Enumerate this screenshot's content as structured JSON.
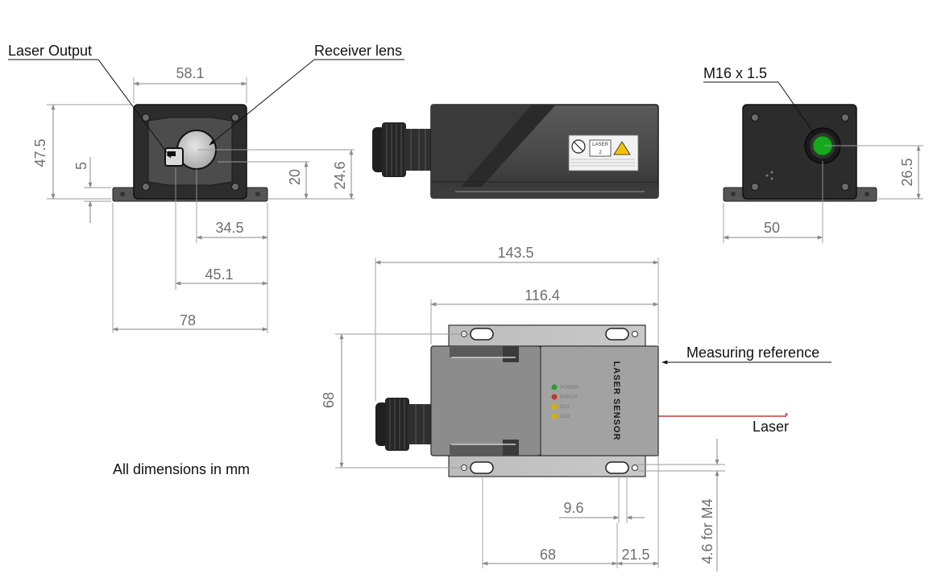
{
  "callouts": {
    "laser_output": "Laser Output",
    "receiver_lens": "Receiver lens",
    "thread": "M16 x 1.5",
    "measuring_reference": "Measuring reference",
    "laser": "Laser",
    "note": "All dimensions in mm"
  },
  "dimensions": {
    "front_width": "58.1",
    "front_height": "47.5",
    "flange_thickness": "5",
    "receiver_height": "20",
    "laser_height": "24.6",
    "receiver_offset": "34.5",
    "laser_offset": "45.1",
    "flange_width": "78",
    "rear_height": "26.5",
    "rear_offset": "50",
    "total_length": "143.5",
    "body_length": "116.4",
    "top_width": "68",
    "slot_width": "9.6",
    "slot_spacing": "68",
    "slot_end": "21.5",
    "mount_hole": "4.6 for M4"
  },
  "labels": {
    "body_text": "LASER SENSOR",
    "led_power": "POWER",
    "led_error": "ERROR",
    "led_do1": "DO1",
    "led_do2": "DO2",
    "warning_class": "LASER",
    "warning_number": "2"
  },
  "colors": {
    "housing": "#444444",
    "housing_dark": "#2a2a2a",
    "flange": "#555555",
    "plate_top": "#bdbdbd",
    "connector_green": "#18a81e",
    "laser_red": "#b51a1a",
    "led_green": "#2e9b2e",
    "led_red": "#c0392b",
    "led_yellow": "#d4b000"
  },
  "icons": [
    "screw-icon",
    "lens-icon",
    "laser-warning-icon",
    "cable-gland-icon",
    "connector-icon",
    "led-icon",
    "slot-icon"
  ]
}
